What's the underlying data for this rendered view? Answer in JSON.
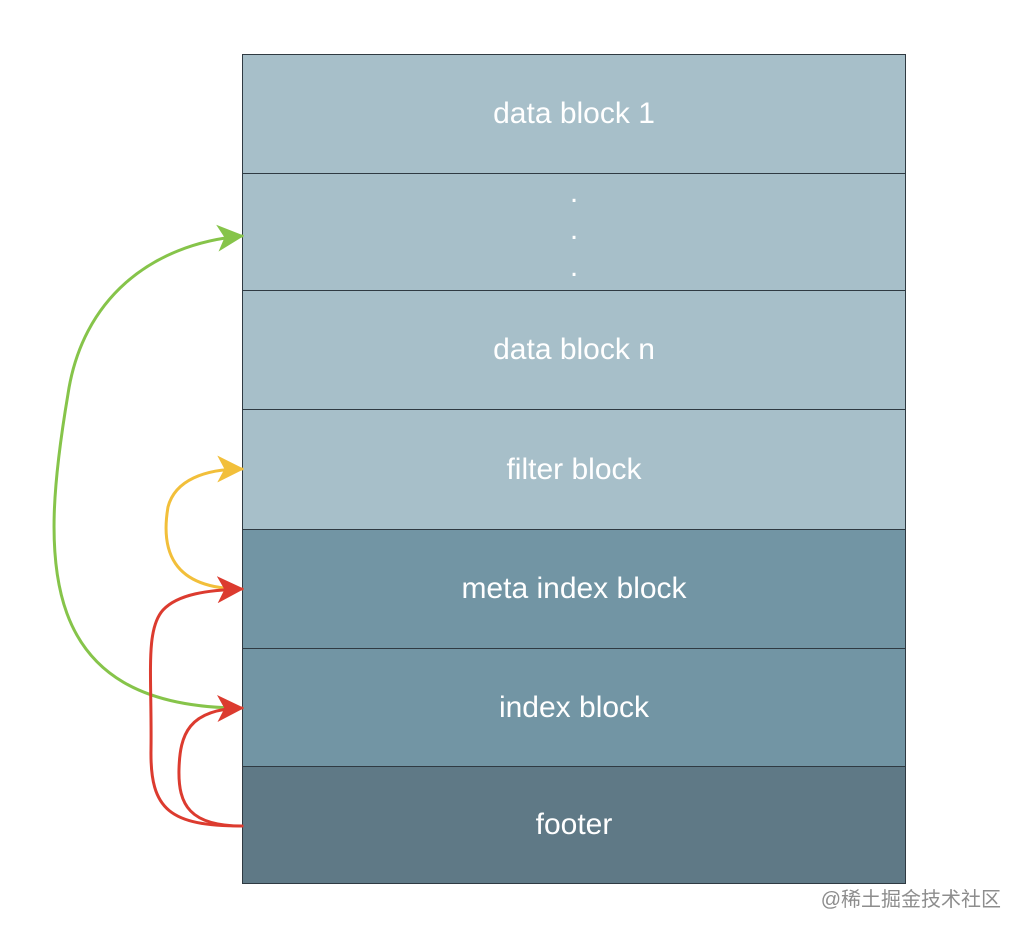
{
  "blocks": [
    {
      "label": "data block 1",
      "tone": "light"
    },
    {
      "label": "",
      "tone": "light",
      "dots": [
        ".",
        ".",
        "."
      ]
    },
    {
      "label": "data block n",
      "tone": "light"
    },
    {
      "label": "filter block",
      "tone": "light"
    },
    {
      "label": "meta index block",
      "tone": "mid"
    },
    {
      "label": "index block",
      "tone": "mid"
    },
    {
      "label": "footer",
      "tone": "dark"
    }
  ],
  "arrows": [
    {
      "from": "index block",
      "to": "data block",
      "color": "#86c44a"
    },
    {
      "from": "meta index block",
      "to": "filter block",
      "color": "#f2bf3a"
    },
    {
      "from": "footer",
      "to": "meta index block",
      "color": "#dc3b2f"
    },
    {
      "from": "footer",
      "to": "index block",
      "color": "#dc3b2f"
    }
  ],
  "watermark": "@稀土掘金技术社区",
  "colors": {
    "light_block": "#a7bfc9",
    "mid_block": "#7295a4",
    "dark_block": "#5f7986",
    "border": "#2f3a42",
    "green_arrow": "#86c44a",
    "yellow_arrow": "#f2bf3a",
    "red_arrow": "#dc3b2f"
  }
}
